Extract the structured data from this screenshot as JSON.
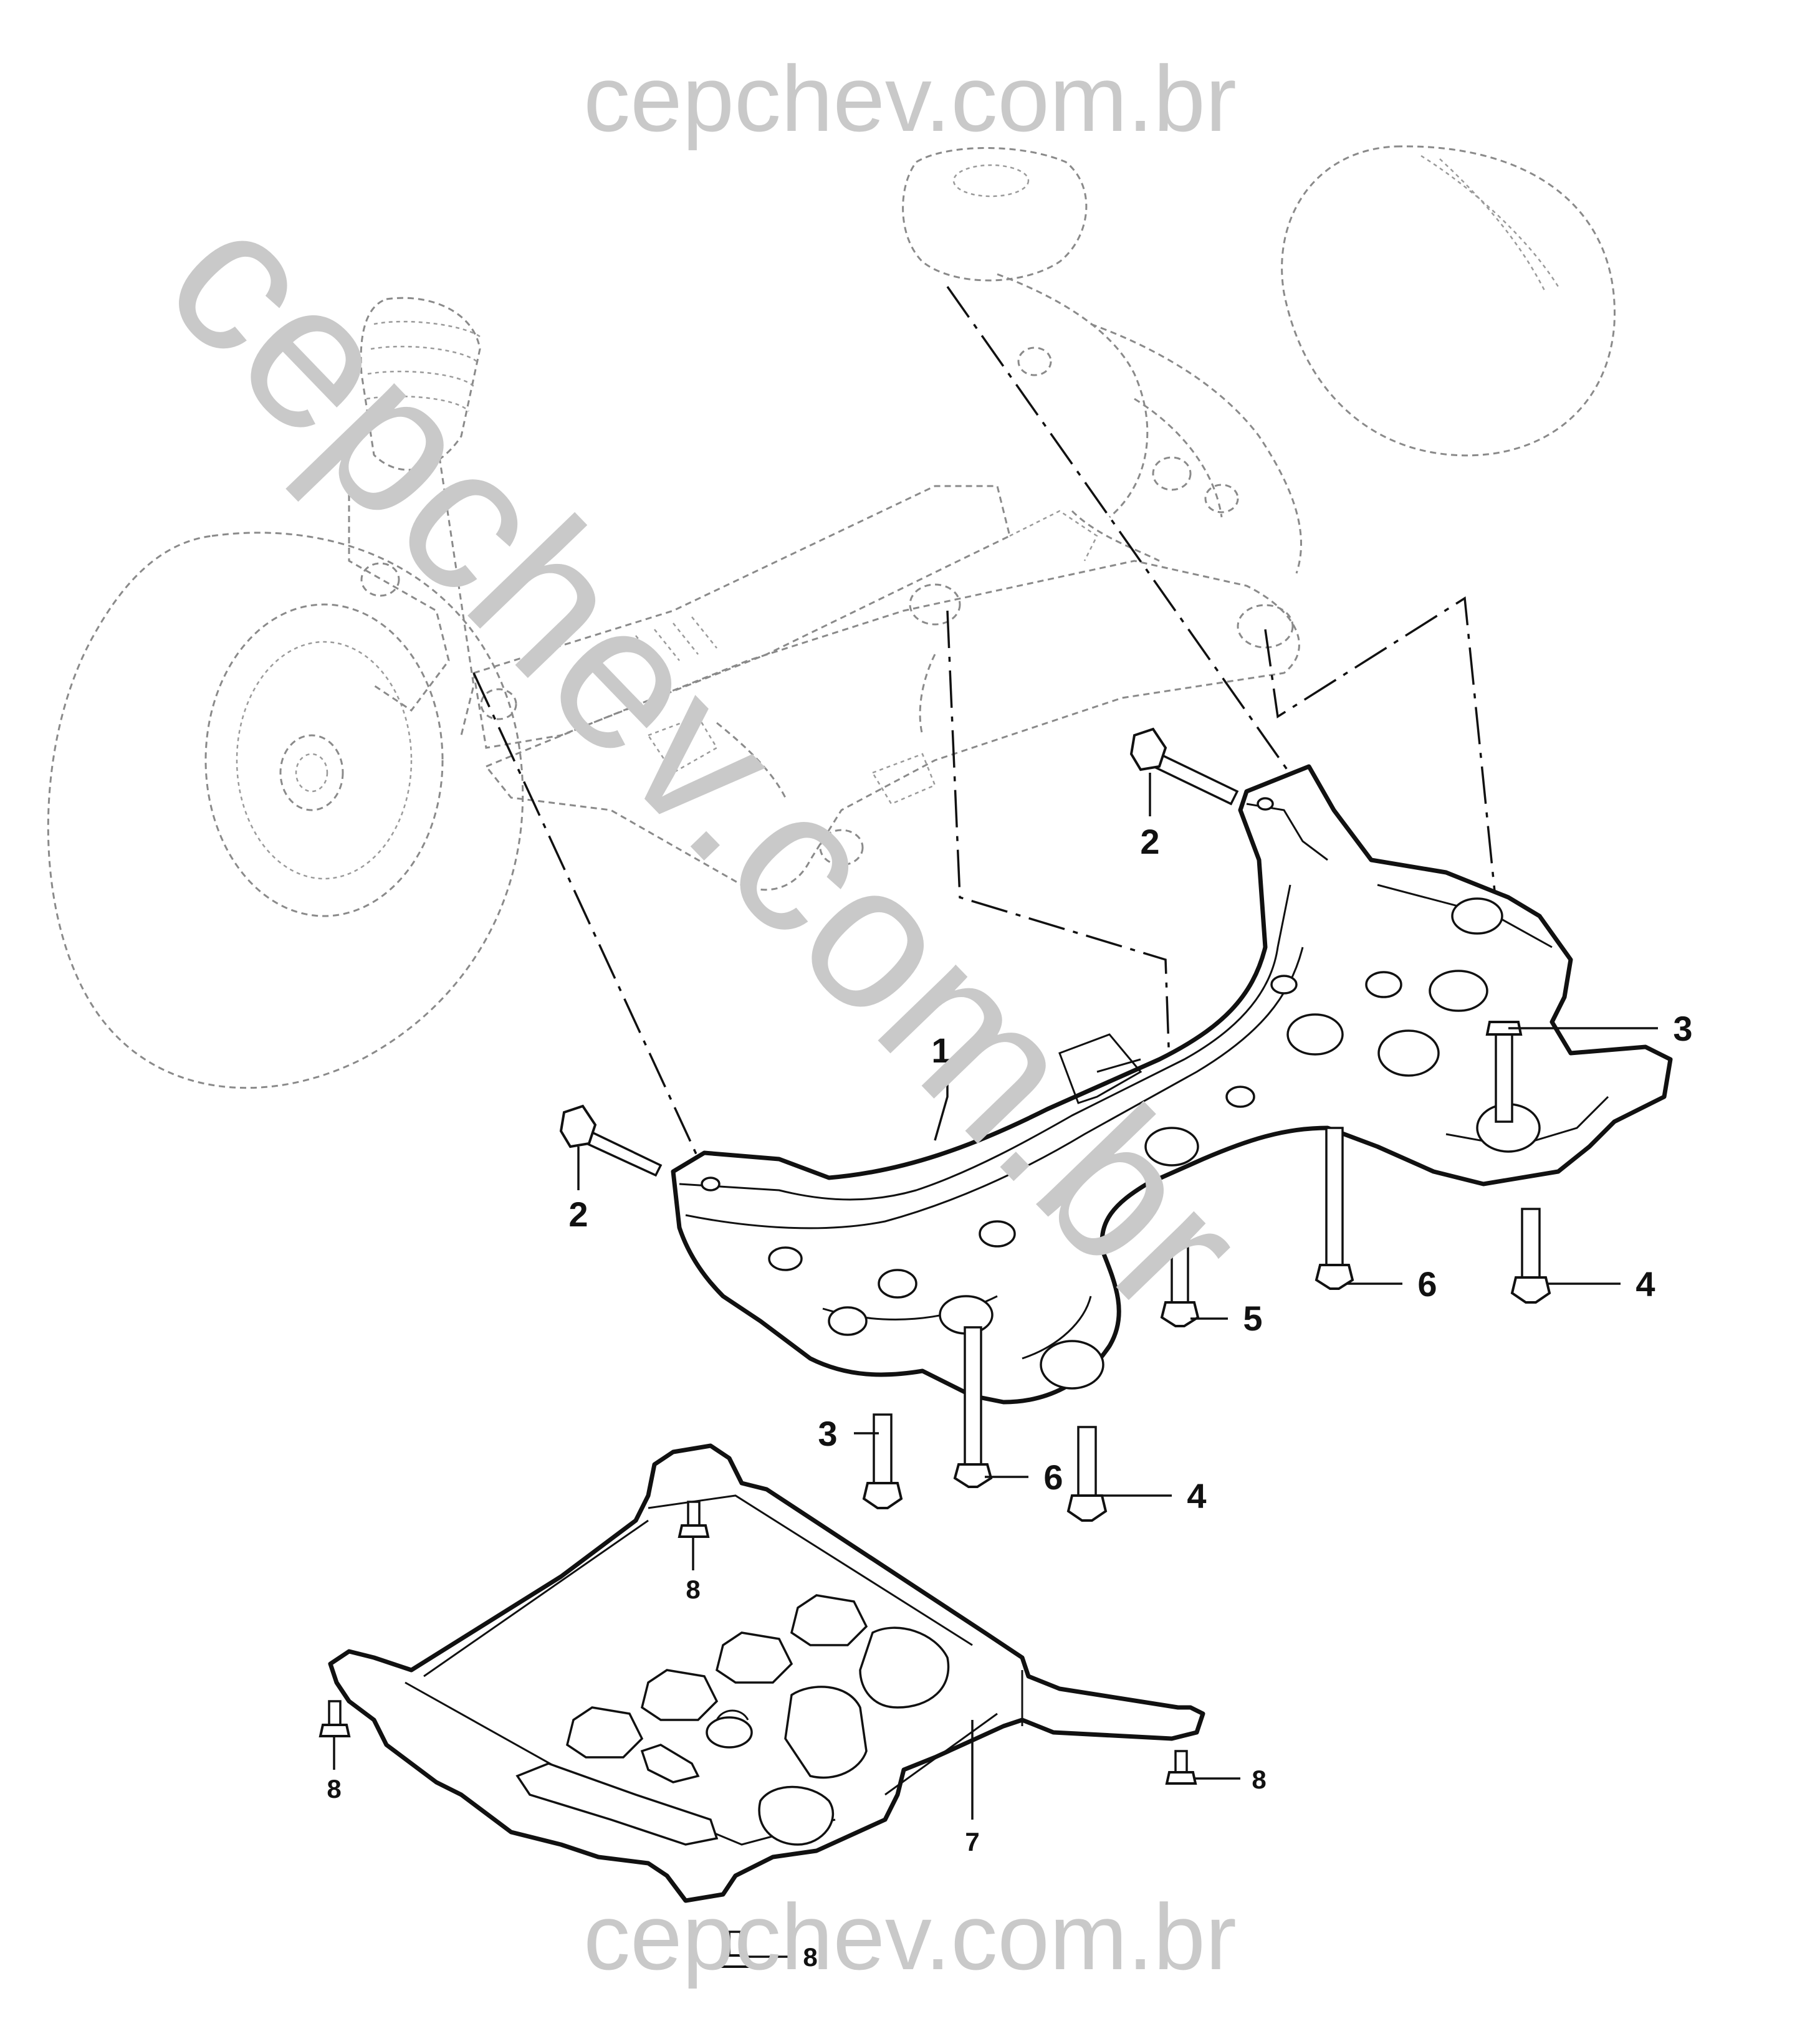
{
  "watermark": {
    "top": "cepchev.com.br",
    "diagonal": "cepchev.com.br",
    "bottom": "cepchev.com.br"
  },
  "callouts": [
    {
      "id": "c1",
      "label": "1"
    },
    {
      "id": "c2a",
      "label": "2"
    },
    {
      "id": "c2b",
      "label": "2"
    },
    {
      "id": "c3a",
      "label": "3"
    },
    {
      "id": "c3b",
      "label": "3"
    },
    {
      "id": "c4a",
      "label": "4"
    },
    {
      "id": "c4b",
      "label": "4"
    },
    {
      "id": "c5",
      "label": "5"
    },
    {
      "id": "c6a",
      "label": "6"
    },
    {
      "id": "c6b",
      "label": "6"
    },
    {
      "id": "c7",
      "label": "7"
    },
    {
      "id": "c8a",
      "label": "8"
    },
    {
      "id": "c8b",
      "label": "8"
    },
    {
      "id": "c8c",
      "label": "8"
    },
    {
      "id": "c8d",
      "label": "8"
    }
  ]
}
